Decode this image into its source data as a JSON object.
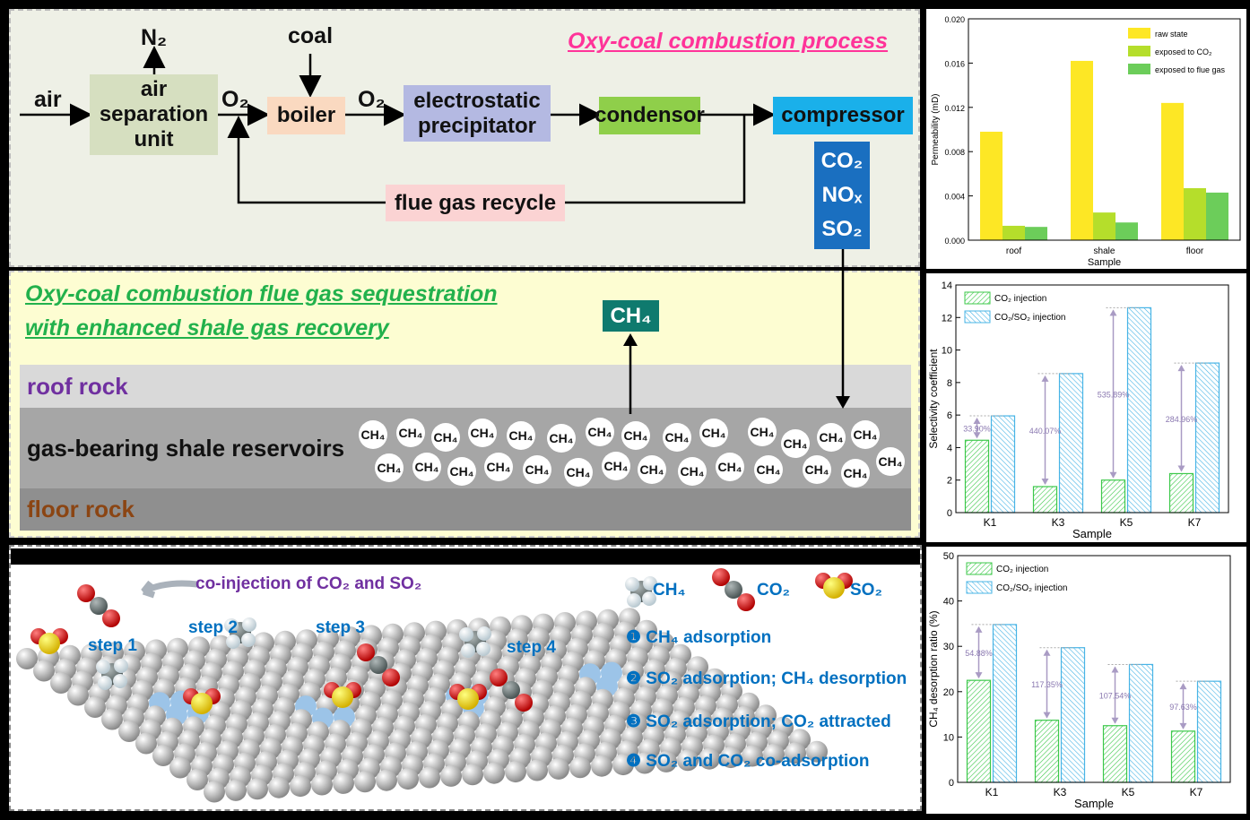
{
  "process": {
    "title": "Oxy-coal combustion process",
    "air": "air",
    "n2": "N₂",
    "coal": "coal",
    "o2_a": "O₂",
    "o2_b": "O₂",
    "air_separation_unit": "air separation unit",
    "boiler": "boiler",
    "electrostatic_precipitator": "electrostatic precipitator",
    "condensor": "condensor",
    "compressor": "compressor",
    "flue_gas_recycle": "flue gas recycle",
    "flue_gas_components": [
      "CO₂",
      "NOₓ",
      "SO₂"
    ],
    "colors": {
      "asu": "#d6dfc0",
      "boiler": "#fad9c0",
      "esp": "#b4b9e2",
      "condensor": "#8fcf4a",
      "compressor": "#1ab0ea",
      "recycle": "#fbd3d3",
      "flue": "#1a6fc0",
      "title": "#ff3399"
    }
  },
  "sequestration": {
    "title_line1": "Oxy-coal combustion flue gas sequestration",
    "title_line2": "with enhanced shale gas recovery",
    "ch4_out": "CH₄",
    "roof": "roof rock",
    "shale": "gas-bearing shale reservoirs",
    "floor": "floor rock",
    "molecule_label": "CH₄",
    "colors": {
      "title": "#22b14c",
      "roof_text": "#7030a0",
      "floor_text": "#8b4513",
      "ch4_box": "#0f7a6e"
    }
  },
  "mechanism": {
    "coinjection": "co-injection of CO₂ and SO₂",
    "steps": [
      "step 1",
      "step 2",
      "step 3",
      "step 4"
    ],
    "legend": [
      "CH₄",
      "CO₂",
      "SO₂"
    ],
    "descriptions": [
      "❶ CH₄ adsorption",
      "❷ SO₂ adsorption; CH₄ desorption",
      "❸ SO₂ adsorption; CO₂ attracted",
      "❹ SO₂ and CO₂ co-adsorption"
    ]
  },
  "chart_data": [
    {
      "type": "bar",
      "xlabel": "Sample",
      "ylabel": "Permeability (mD)",
      "categories": [
        "roof",
        "shale",
        "floor"
      ],
      "ylim": [
        0,
        0.02
      ],
      "yticks": [
        "0.000",
        "0.004",
        "0.008",
        "0.012",
        "0.016",
        "0.020"
      ],
      "legend_position": "top-right",
      "series": [
        {
          "name": "raw state",
          "color": "#fde725",
          "values": [
            0.0098,
            0.0162,
            0.0124
          ]
        },
        {
          "name": "exposed to CO₂",
          "color": "#b5de2b",
          "values": [
            0.0013,
            0.0025,
            0.0047
          ]
        },
        {
          "name": "exposed to flue gas",
          "color": "#6ccd5a",
          "values": [
            0.0012,
            0.0016,
            0.0043
          ]
        }
      ]
    },
    {
      "type": "bar",
      "xlabel": "Sample",
      "ylabel": "Selectivity coefficient",
      "categories": [
        "K1",
        "K3",
        "K5",
        "K7"
      ],
      "ylim": [
        0,
        14
      ],
      "yticks": [
        "0",
        "2",
        "4",
        "6",
        "8",
        "10",
        "12",
        "14"
      ],
      "legend_position": "top-left",
      "series": [
        {
          "name": "CO₂ injection",
          "color": "#3cc84a",
          "values": [
            4.45,
            1.6,
            2.0,
            2.4
          ]
        },
        {
          "name": "CO₂/SO₂ injection",
          "color": "#48b4e6",
          "values": [
            5.95,
            8.55,
            12.6,
            9.2
          ]
        }
      ],
      "annotations": [
        "33.90%",
        "440.07%",
        "535.89%",
        "284.96%"
      ]
    },
    {
      "type": "bar",
      "xlabel": "Sample",
      "ylabel": "CH₄ desorption ratio (%)",
      "categories": [
        "K1",
        "K3",
        "K5",
        "K7"
      ],
      "ylim": [
        0,
        50
      ],
      "yticks": [
        "0",
        "10",
        "20",
        "30",
        "40",
        "50"
      ],
      "legend_position": "top-left",
      "series": [
        {
          "name": "CO₂ injection",
          "color": "#3cc84a",
          "values": [
            22.5,
            13.7,
            12.5,
            11.3
          ]
        },
        {
          "name": "CO₂/SO₂ injection",
          "color": "#48b4e6",
          "values": [
            34.8,
            29.7,
            26.0,
            22.3
          ]
        }
      ],
      "annotations": [
        "54.88%",
        "117.35%",
        "107.54%",
        "97.63%"
      ]
    }
  ]
}
